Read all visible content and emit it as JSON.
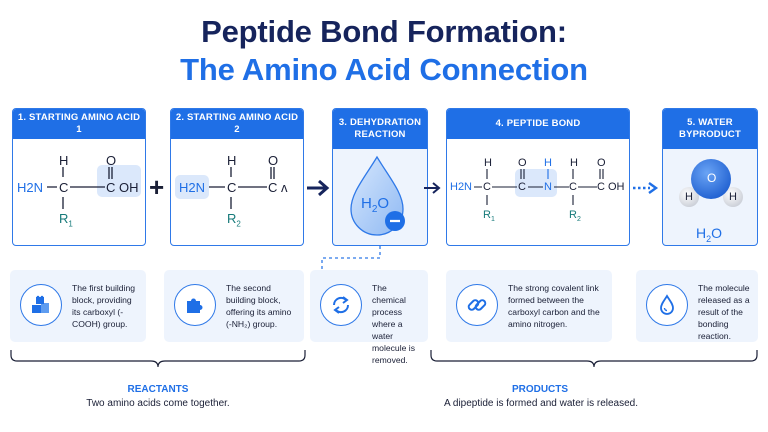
{
  "title": {
    "line1": "Peptide Bond Formation:",
    "line2": "The Amino Acid Connection"
  },
  "colors": {
    "navy": "#16245c",
    "primary": "#1f6fe6",
    "pale": "#eef4fd",
    "highlight": "#dbe8fb",
    "teal": "#167a7a"
  },
  "steps": [
    {
      "title": "1. STARTING AMINO ACID 1"
    },
    {
      "title": "2. STARTING AMINO ACID 2"
    },
    {
      "title": "3. DEHYDRATION REACTION"
    },
    {
      "title": "4. PEPTIDE BOND"
    },
    {
      "title": "5. WATER BYPRODUCT"
    }
  ],
  "molecules": {
    "aa1": {
      "amine": "H2N",
      "alpha_h": "H",
      "carbon": "C",
      "carbonyl_o": "O",
      "acid": "C",
      "oh": "OH",
      "r": "R",
      "r_sub": "1"
    },
    "aa2": {
      "amine": "H2N",
      "alpha_h": "H",
      "carbon": "C",
      "carbonyl_o": "O",
      "acid": "C",
      "oh": "ʌ",
      "r": "R",
      "r_sub": "2"
    },
    "dipeptide": {
      "amine": "H2N",
      "h1": "H",
      "c1": "C",
      "o1": "O",
      "c2": "C",
      "n": "N",
      "nh": "H",
      "c3": "C",
      "h2": "H",
      "o2": "O",
      "c4": "C",
      "oh": "OH",
      "r1": "R",
      "r1_sub": "1",
      "r2": "R",
      "r2_sub": "2"
    },
    "water_drop": {
      "label": "H2O",
      "h": "H",
      "sub": "2",
      "o": "O",
      "minus": "–"
    },
    "water": {
      "o": "O",
      "h_left": "H",
      "h_right": "H",
      "label_h": "H",
      "label_sub": "2",
      "label_o": "O"
    }
  },
  "operators": {
    "plus": "+"
  },
  "cards": [
    {
      "icon": "building-blocks-icon",
      "text": "The first building block, providing its carboxyl (-COOH) group."
    },
    {
      "icon": "puzzle-piece-icon",
      "text": "The second building block, offering its amino (-NH₂) group."
    },
    {
      "icon": "cycle-arrows-icon",
      "text": "The chemical process where a water molecule is removed."
    },
    {
      "icon": "chain-link-icon",
      "text": "The strong covalent link formed between the carboxyl carbon and the amino nitrogen."
    },
    {
      "icon": "water-drop-icon",
      "text": "The molecule released as a result of the bonding reaction."
    }
  ],
  "groups": [
    {
      "label": "REACTANTS",
      "desc": "Two amino acids come together."
    },
    {
      "label": "PRODUCTS",
      "desc": "A dipeptide is formed and water is released."
    }
  ]
}
